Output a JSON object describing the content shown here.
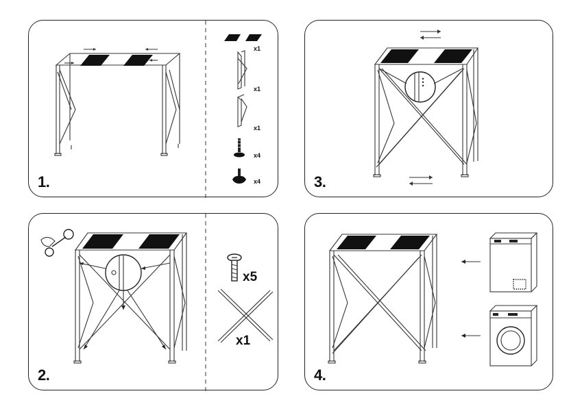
{
  "steps": [
    {
      "number": "1."
    },
    {
      "number": "2."
    },
    {
      "number": "3."
    },
    {
      "number": "4."
    }
  ],
  "parts_step1": [
    {
      "icon": "shelf-panel-icon",
      "qty": "x1"
    },
    {
      "icon": "left-frame-icon",
      "qty": "x1"
    },
    {
      "icon": "right-frame-icon",
      "qty": "x1"
    },
    {
      "icon": "foot-screw-icon",
      "qty": "x4"
    },
    {
      "icon": "foot-knob-icon",
      "qty": "x4"
    }
  ],
  "parts_step2": [
    {
      "icon": "bolt-icon",
      "qty": "x5"
    },
    {
      "icon": "cross-brace-icon",
      "qty": "x1"
    }
  ],
  "colors": {
    "line": "#333333",
    "ink": "#111111",
    "background": "#ffffff"
  }
}
